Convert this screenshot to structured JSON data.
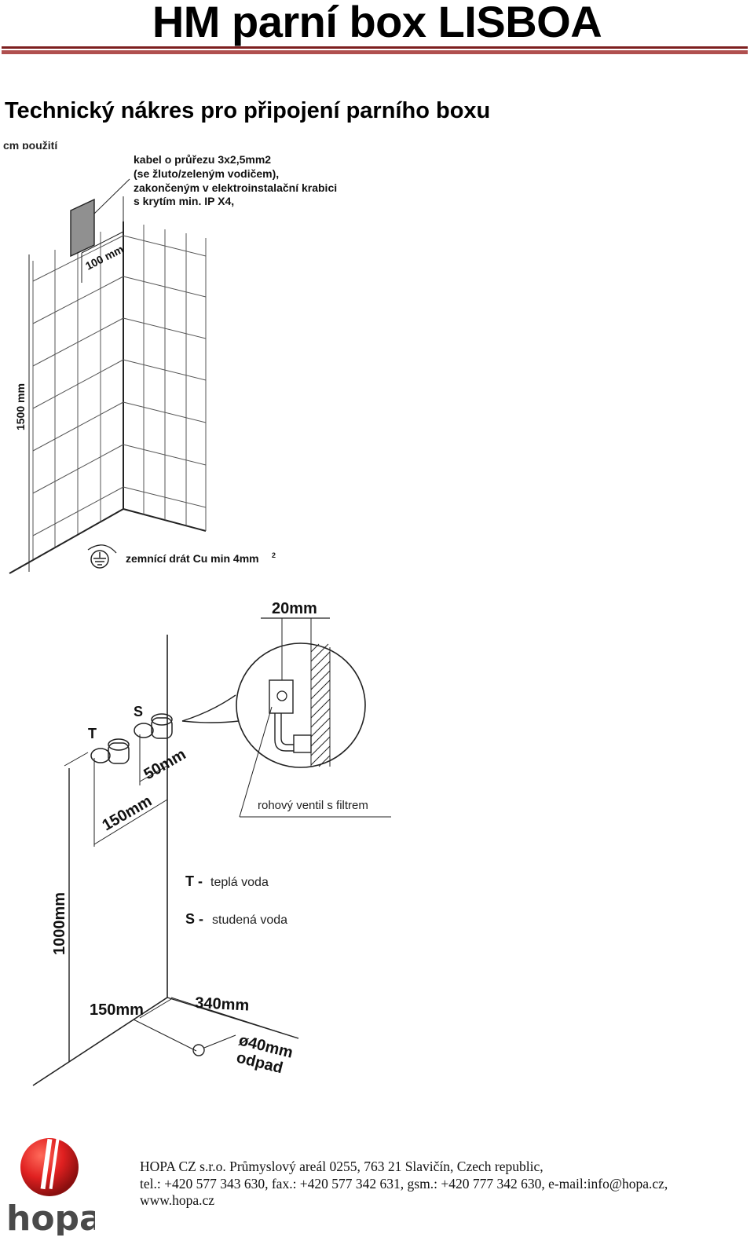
{
  "header": {
    "title": "HM parní box LISBOA",
    "subtitle": "Technický nákres pro připojení parního boxu",
    "cut_text": "cm použití"
  },
  "drawing1": {
    "cable_line1": "kabel o průřezu 3x2,5mm2",
    "cable_line2": "(se žluto/zeleným vodičem),",
    "cable_line3": "zakončeným v elektroinstalační krabici",
    "cable_line4": "s krytím min. IP X4,",
    "dim_100": "100 mm",
    "dim_1500": "1500 mm",
    "ground_wire": "zemnící drát Cu min 4mm",
    "ground_sup": "2"
  },
  "drawing2": {
    "dim_20": "20mm",
    "label_T": "T",
    "label_S": "S",
    "dim_50": "50mm",
    "dim_150_upper": "150mm",
    "angle_valve": "rohový ventil s filtrem",
    "legend_T_key": "T -",
    "legend_T_text": "teplá voda",
    "legend_S_key": "S -",
    "legend_S_text": "studená voda",
    "dim_1000": "1000mm",
    "dim_150_lower": "150mm",
    "dim_340": "340mm",
    "dim_40": "ø40mm",
    "drain": "odpad"
  },
  "footer": {
    "line1": "HOPA CZ s.r.o. Průmyslový areál 0255, 763 21 Slavičín, Czech republic,",
    "line2": "tel.: +420 577 343 630, fax.: +420 577 342 631, gsm.: +420 777 342 630,  e-mail:info@hopa.cz,",
    "line3": "www.hopa.cz"
  },
  "logo": {
    "text": "hopa",
    "colors": {
      "red": "#e02020",
      "dark_red": "#8a0f0f",
      "gray": "#4a4a4a"
    }
  },
  "colors": {
    "rule_dark": "#7d1f1f",
    "rule_light": "#b0504f",
    "box_fill": "#909090"
  }
}
